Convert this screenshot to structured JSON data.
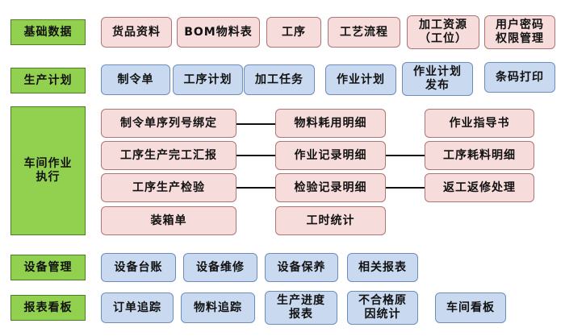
{
  "categories": {
    "basic": "基础数据",
    "plan": "生产计划",
    "workshop": "车间作业\n执行",
    "equipment": "设备管理",
    "reports": "报表看板"
  },
  "basic": [
    "货品资料",
    "BOM物料表",
    "工序",
    "工艺流程",
    "加工资源\n（工位）",
    "用户密码\n权限管理"
  ],
  "plan": [
    "制令单",
    "工序计划",
    "加工任务",
    "作业计划",
    "作业计划\n发布",
    "条码打印"
  ],
  "workshop": {
    "left": [
      "制令单序列号绑定",
      "工序生产完工汇报",
      "工序生产检验",
      "装箱单"
    ],
    "middle": [
      "物料耗用明细",
      "作业记录明细",
      "检验记录明细",
      "工时统计"
    ],
    "right": [
      "作业指导书",
      "工序耗料明细",
      "返工返修处理"
    ]
  },
  "equipment": [
    "设备台账",
    "设备维修",
    "设备保养",
    "相关报表"
  ],
  "reports": [
    "订单追踪",
    "物料追踪",
    "生产进度\n报表",
    "不合格原\n因统计",
    "车间看板"
  ],
  "colors": {
    "category": "#92d050",
    "pink": "#f7dcdc",
    "blue": "#c9daf0",
    "connector": "#111111"
  }
}
